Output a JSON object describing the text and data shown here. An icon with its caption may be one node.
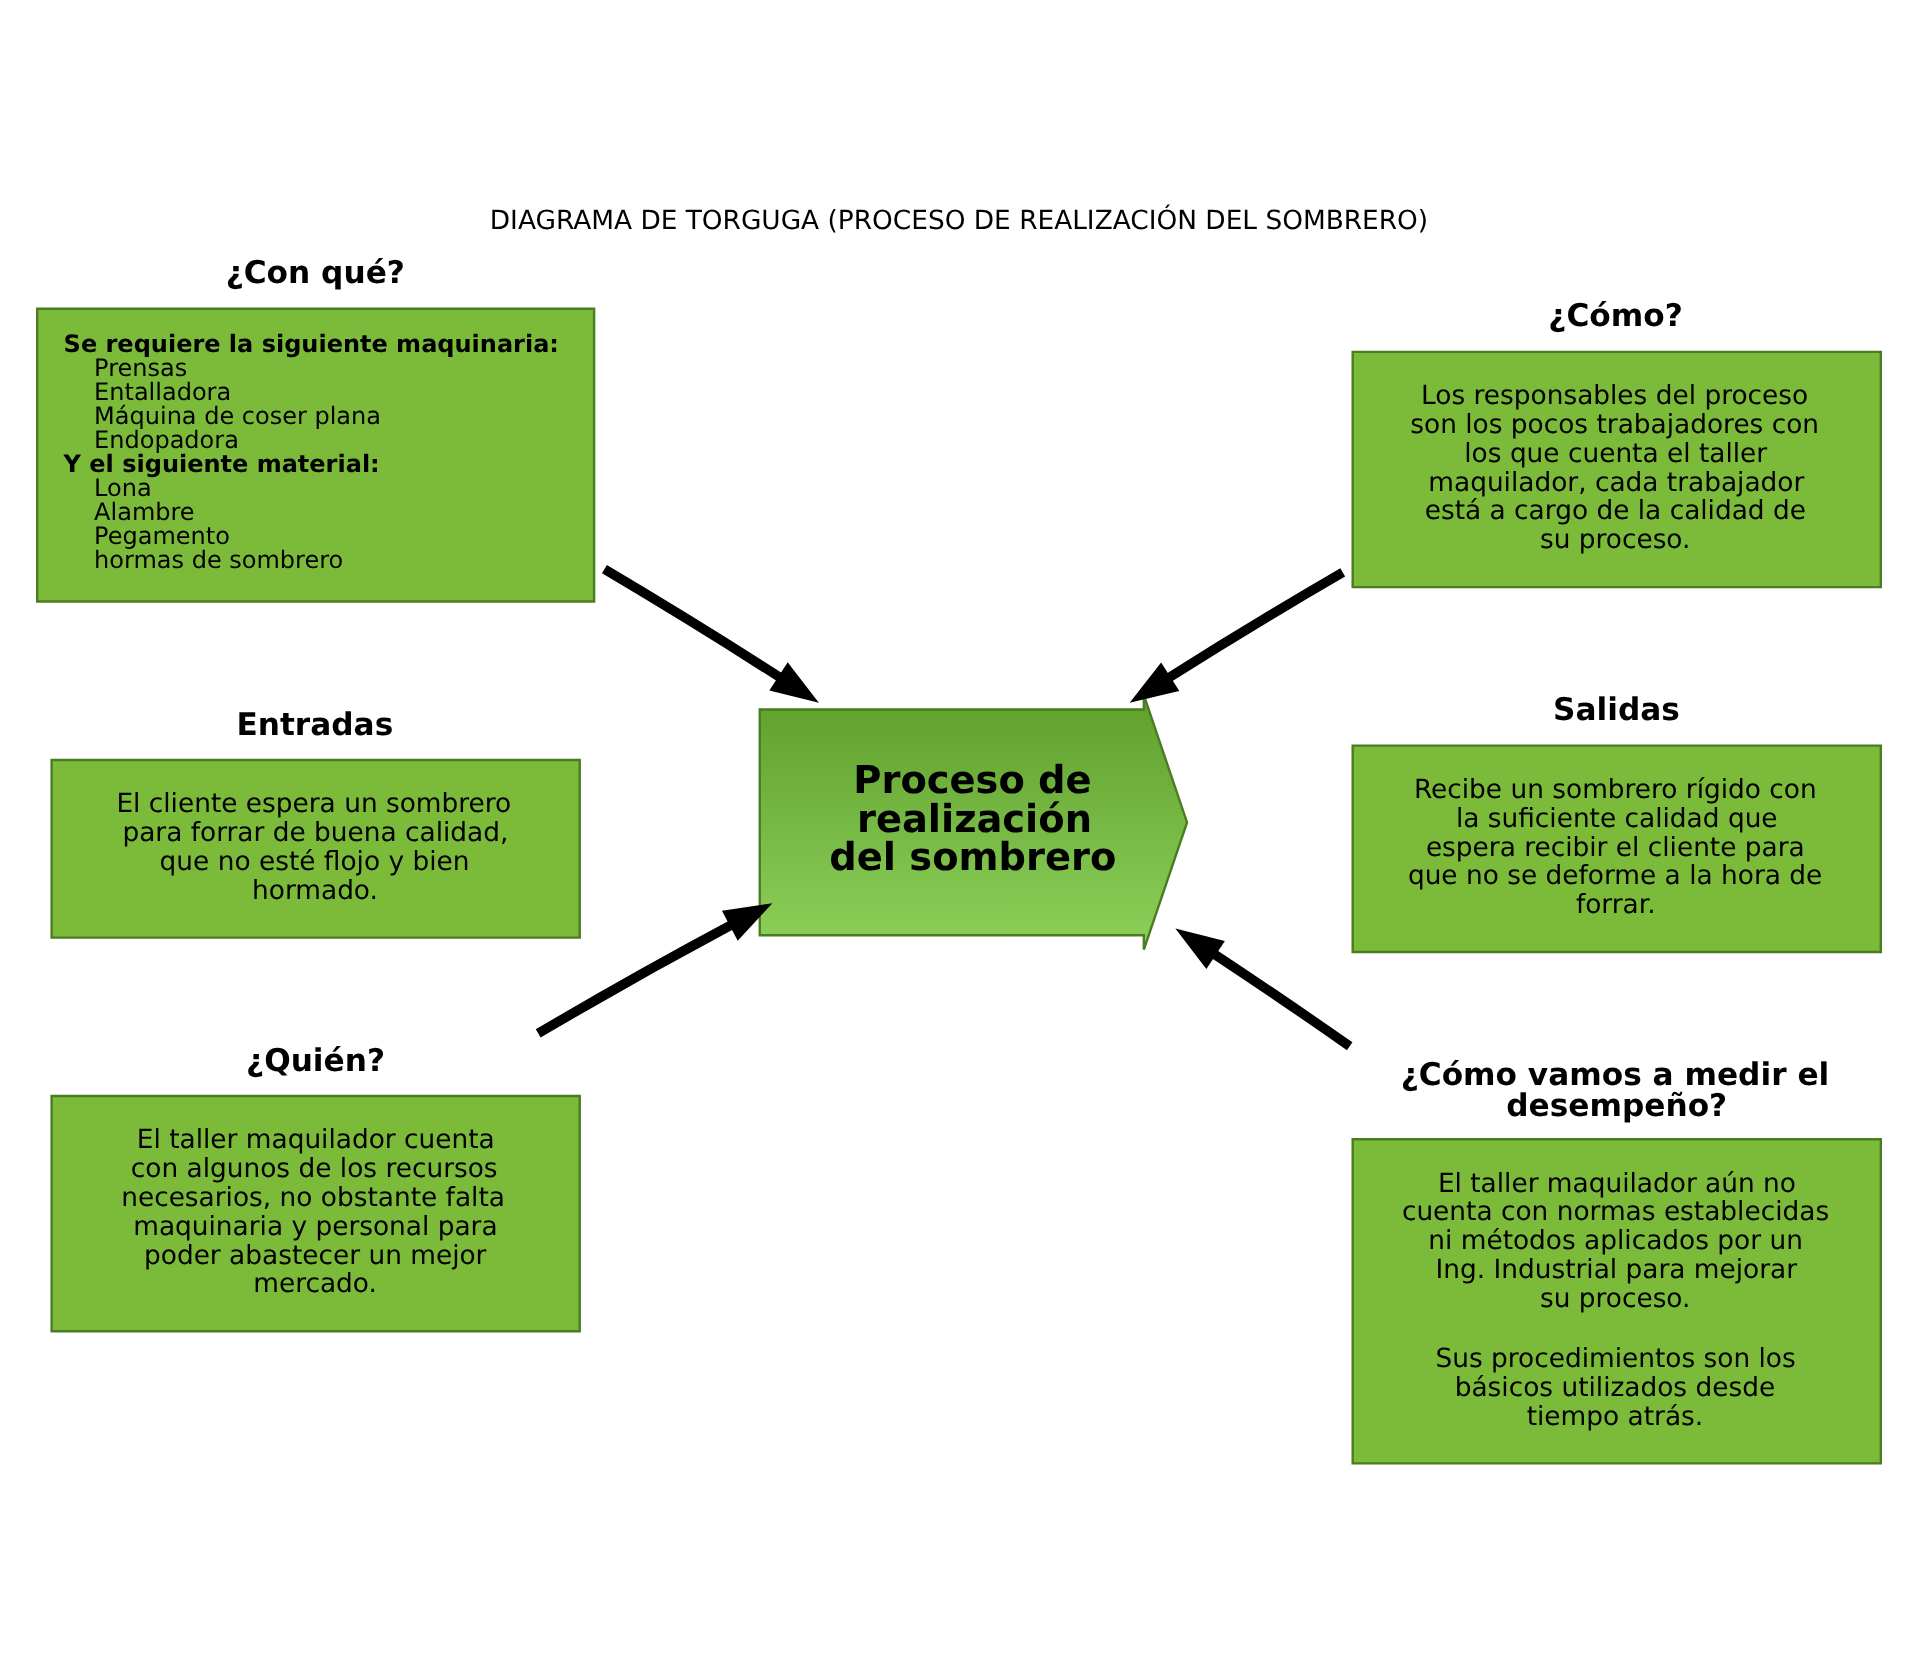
{
  "diagram": {
    "title": "DIAGRAMA DE TORGUGA (PROCESO DE REALIZACIÓN DEL SOMBRERO)",
    "nodes": [
      {
        "text": [
          "¿Con qué?",
          "Se requiere la siguiente maquinaria:",
          "Prensas",
          "Entalladora",
          "Máquina de coser plana",
          "Endopadora",
          "Y el siguiente material:",
          "Lona",
          "Alambre",
          "Pegamento",
          "hormas de sombrero"
        ]
      },
      {
        "text": [
          "¿Cómo?",
          "Los responsables del proceso son los pocos trabajadores con los que cuenta el taller maquilador, cada trabajador está a cargo de la calidad de su proceso."
        ]
      },
      {
        "text": [
          "Entradas",
          "El cliente espera un sombrero para forrar de buena calidad, que no esté flojo y bien hormado."
        ]
      },
      {
        "text": [
          "Proceso de realización del sombrero"
        ]
      },
      {
        "text": [
          "Salidas",
          "Recibe un sombrero rígido con la suficiente calidad que espera recibir el cliente para que no se deforme a la hora de forrar."
        ]
      },
      {
        "text": [
          "¿Quién?",
          "El taller maquilador cuenta con algunos de los recursos necesarios, no obstante falta maquinaria y personal para poder abastecer un mejor mercado."
        ]
      },
      {
        "text": [
          "¿Cómo vamos a medir el desempeño?",
          "El taller maquilador aún no cuenta con normas establecidas ni métodos aplicados por un Ing. Industrial para mejorar su proceso.",
          "Sus procedimientos son los básicos utilizados desde tiempo atrás."
        ]
      }
    ],
    "edges": [
      {
        "from": 0,
        "to": 3,
        "arrow": "to"
      },
      {
        "from": 1,
        "to": 3,
        "arrow": "to"
      },
      {
        "from": 5,
        "to": 3,
        "arrow": "to"
      },
      {
        "from": 6,
        "to": 3,
        "arrow": "to"
      }
    ]
  }
}
